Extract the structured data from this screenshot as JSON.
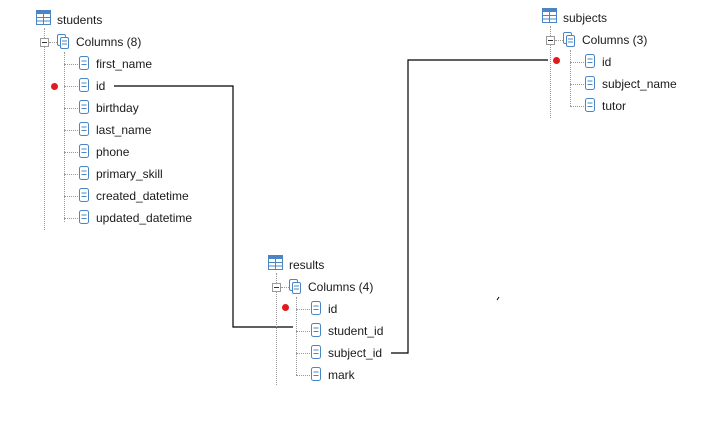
{
  "colors": {
    "accent": "#4a86c5",
    "primary_key": "#e01b1b",
    "wire": "#000000",
    "tree_line": "#9a9a9a"
  },
  "icons": {
    "table": "table-icon",
    "columns": "columns-icon",
    "column": "column-icon",
    "primary_key": "primary-key-icon",
    "expander": "collapse-icon"
  },
  "tables": {
    "students": {
      "name": "students",
      "columns_label": "Columns (8)",
      "columns": [
        "first_name",
        "id",
        "birthday",
        "last_name",
        "phone",
        "primary_skill",
        "created_datetime",
        "updated_datetime"
      ],
      "primary_key": "id"
    },
    "subjects": {
      "name": "subjects",
      "columns_label": "Columns (3)",
      "columns": [
        "id",
        "subject_name",
        "tutor"
      ],
      "primary_key": "id"
    },
    "results": {
      "name": "results",
      "columns_label": "Columns (4)",
      "columns": [
        "id",
        "student_id",
        "subject_id",
        "mark"
      ],
      "primary_key": "id"
    }
  },
  "relationships": [
    {
      "from_table": "students",
      "from_column": "id",
      "to_table": "results",
      "to_column": "student_id"
    },
    {
      "from_table": "subjects",
      "from_column": "id",
      "to_table": "results",
      "to_column": "subject_id"
    }
  ]
}
